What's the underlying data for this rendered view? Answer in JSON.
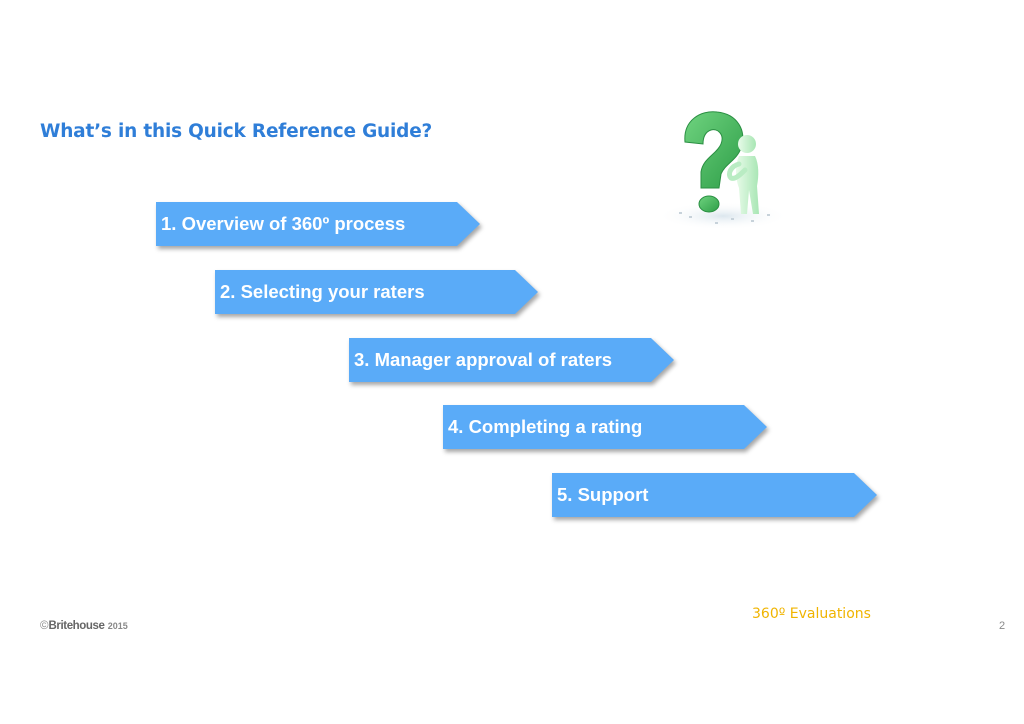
{
  "slide": {
    "title": "What’s in this Quick Reference  Guide?",
    "steps": [
      {
        "label": "1. Overview of 360º process"
      },
      {
        "label": "2. Selecting your raters"
      },
      {
        "label": "3. Manager approval of raters"
      },
      {
        "label": "4. Completing a rating"
      },
      {
        "label": "5. Support"
      }
    ],
    "illustration_icon": "question-mark-figure-icon"
  },
  "footer": {
    "copyright_symbol": "©",
    "brand": "Britehouse",
    "year": "2015",
    "product": "360º Evaluations",
    "page_number": "2"
  },
  "colors": {
    "title": "#2f7ed8",
    "arrow_fill": "#5aabf8",
    "arrow_text": "#ffffff",
    "product_text": "#f0b400",
    "question_mark": "#3fb85a"
  }
}
